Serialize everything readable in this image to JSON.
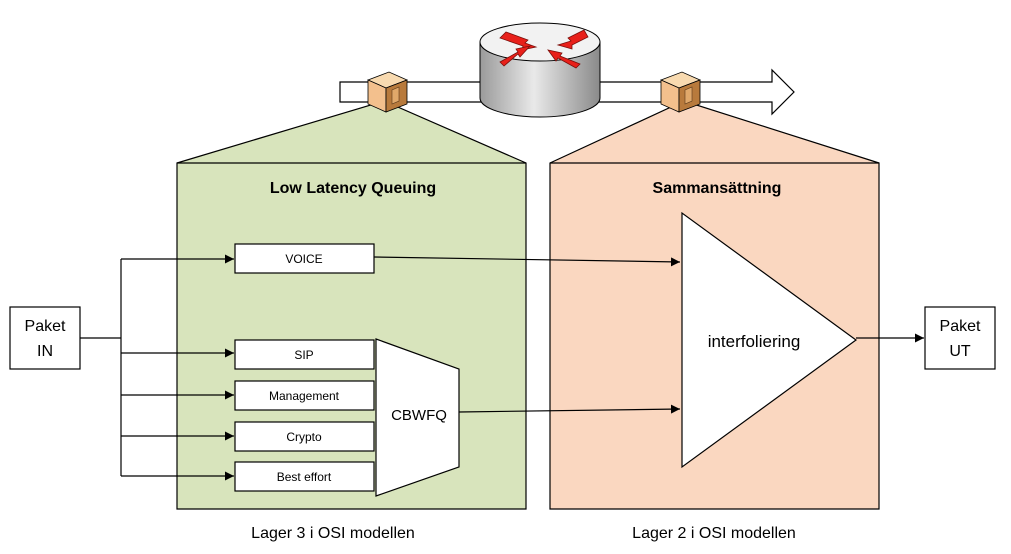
{
  "panels": {
    "left": {
      "title": "Low Latency Queuing",
      "caption": "Lager 3 i OSI modellen"
    },
    "right": {
      "title": "Sammansättning",
      "caption": "Lager 2 i OSI modellen"
    }
  },
  "input_box": {
    "line1": "Paket",
    "line2": "IN"
  },
  "output_box": {
    "line1": "Paket",
    "line2": "UT"
  },
  "queues": {
    "voice": "VOICE",
    "sip": "SIP",
    "management": "Management",
    "crypto": "Crypto",
    "best_effort": "Best effort"
  },
  "scheduler_label": "CBWFQ",
  "interleaver_label": "interfoliering",
  "colors": {
    "left_panel_fill": "#d8e4bc",
    "right_panel_fill": "#fad7c0",
    "router_arrow": "#e8201a",
    "package_fill": "#f3c08d",
    "package_side": "#b87a3c"
  },
  "icons": {
    "router": "router-icon",
    "package": "package-icon"
  }
}
